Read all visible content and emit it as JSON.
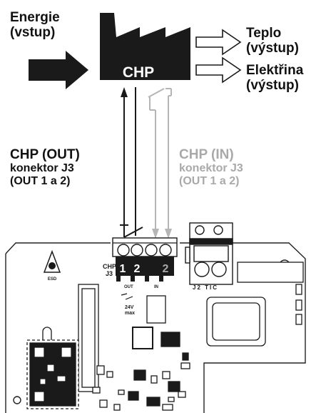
{
  "energy_input": {
    "line1": "Energie",
    "line2": "(vstup)"
  },
  "factory_label": "CHP",
  "heat_output": {
    "line1": "Teplo",
    "line2": "(výstup)"
  },
  "electricity_output": {
    "line1": "Elektřina",
    "line2": "(výstup)"
  },
  "chp_out": {
    "title": "CHP (OUT)",
    "line1": "konektor J3",
    "line2": "(OUT 1 a 2)"
  },
  "chp_in": {
    "title": "CHP (IN)",
    "line1": "konektor J3",
    "line2": "(OUT 1 a 2)"
  },
  "board": {
    "connector_j3_label_1": "CHP",
    "connector_j3_label_2": "J3",
    "pin_1": "1",
    "pin_2": "2",
    "pin_1_grey": "1",
    "pin_2_grey": "2",
    "out_label": "OUT",
    "in_label": "IN",
    "voltage_label_1": "24V",
    "voltage_label_2": "max",
    "j2_label": "J2 TIC",
    "esd_label": "ESD"
  },
  "colors": {
    "dark": "#1a1a1a",
    "grey": "#b5b5b5",
    "board_line": "#222222"
  }
}
